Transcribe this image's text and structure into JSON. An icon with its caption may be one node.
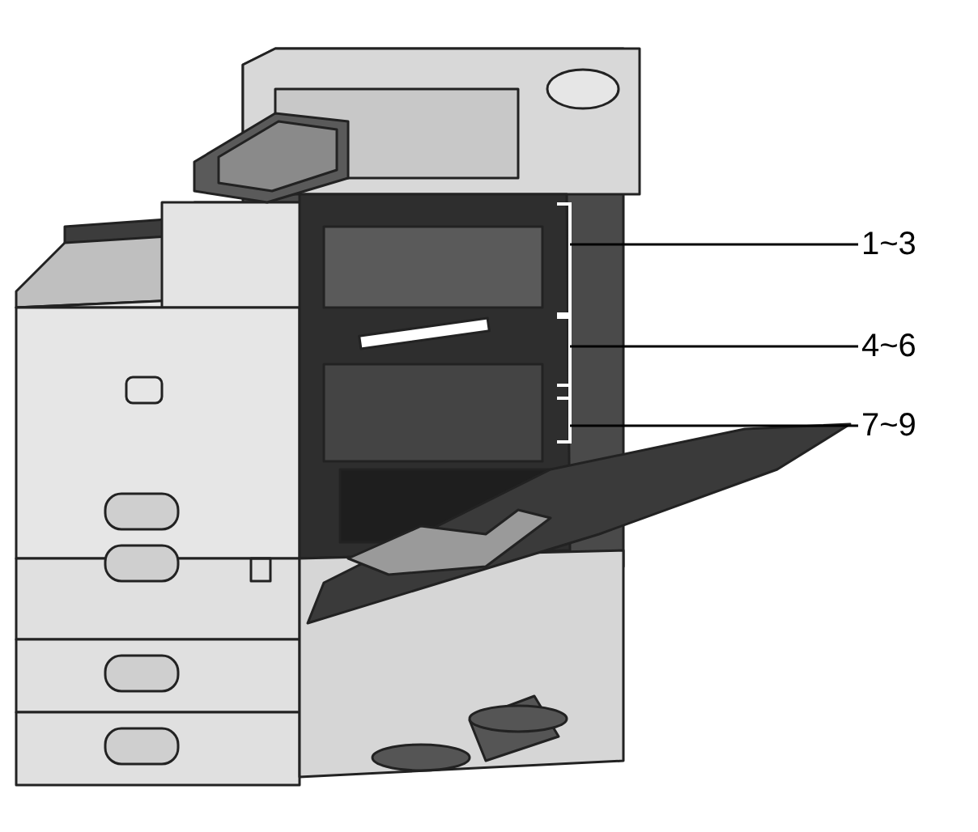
{
  "diagram": {
    "nodes": [
      {
        "text": [
          "1~3"
        ]
      },
      {
        "text": [
          "4~6"
        ]
      },
      {
        "text": [
          "7~9"
        ]
      }
    ],
    "edges": [
      {
        "from": 0,
        "to": null,
        "arrow": "none"
      },
      {
        "from": 1,
        "to": null,
        "arrow": "none"
      },
      {
        "from": 2,
        "to": null,
        "arrow": "none"
      }
    ]
  }
}
